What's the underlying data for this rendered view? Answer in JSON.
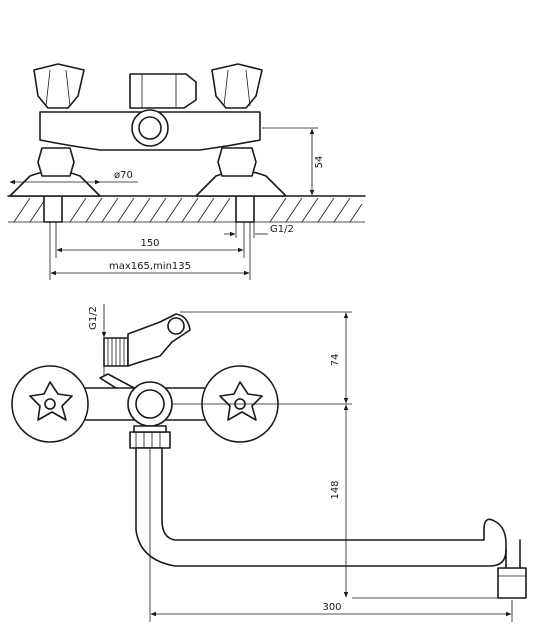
{
  "dimensions": {
    "top_height": "54",
    "diameter": "ø70",
    "thread_top": "G1/2",
    "center_distance": "150",
    "range": "max165,min135",
    "thread_side": "G1/2",
    "side_top": "74",
    "spout_height": "148",
    "spout_length": "300"
  },
  "colors": {
    "line": "#1a1a1a",
    "background": "#ffffff"
  }
}
